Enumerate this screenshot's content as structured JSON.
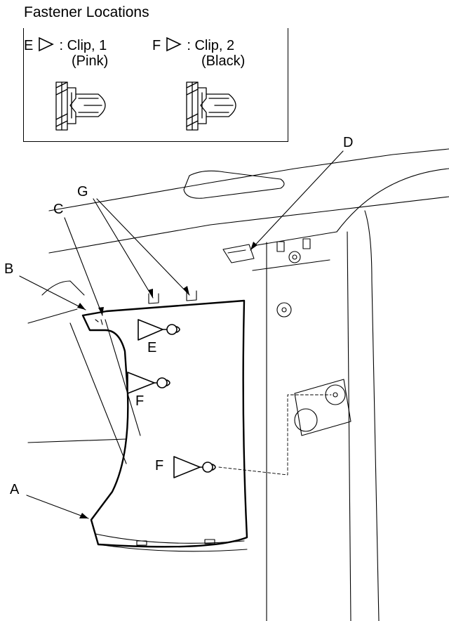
{
  "legend": {
    "title": "Fastener Locations",
    "items": [
      {
        "letter": "E",
        "label": ": Clip, 1",
        "note": "(Pink)",
        "icon": "triangle-outline-icon"
      },
      {
        "letter": "F",
        "label": ": Clip, 2",
        "note": "(Black)",
        "icon": "triangle-outline-icon"
      }
    ]
  },
  "callouts": {
    "A": "A",
    "B": "B",
    "C": "C",
    "D": "D",
    "G": "G",
    "E": "E",
    "F1": "F",
    "F2": "F"
  },
  "colors": {
    "line": "#000000",
    "background": "#ffffff"
  }
}
